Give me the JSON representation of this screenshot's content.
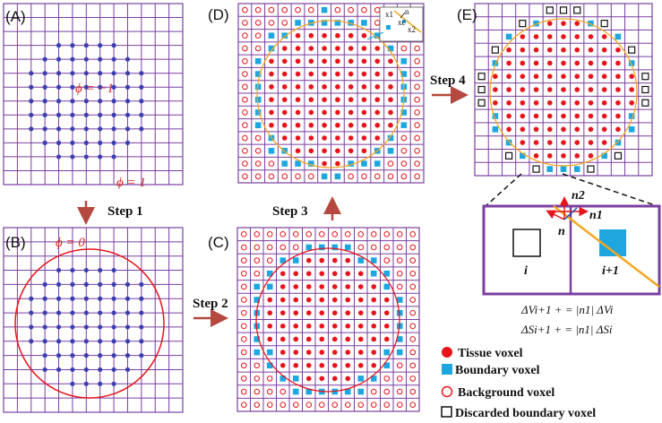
{
  "panels": {
    "A": {
      "label": "(A)",
      "phi_inside": "ϕ = −1",
      "phi_outside": "ϕ = 1"
    },
    "B": {
      "label": "(B)",
      "phi_zero": "ϕ = 0"
    },
    "C": {
      "label": "(C)"
    },
    "D": {
      "label": "(D)",
      "inset_labels": {
        "n": "n",
        "x1": "x1",
        "x2": "x2",
        "xc": "xc"
      }
    },
    "E": {
      "label": "(E)"
    }
  },
  "steps": {
    "step1": "Step 1",
    "step2": "Step 2",
    "step3": "Step 3",
    "step4": "Step 4"
  },
  "zoom": {
    "cell_i": "i",
    "cell_i1": "i+1",
    "n_label": "n",
    "n1_label": "n1",
    "n2_label": "n2"
  },
  "formulas": {
    "line1": "ΔVi+1 + = |n1| ΔVi",
    "line2": "ΔSi+1 + = |n1| ΔSi"
  },
  "legend": [
    {
      "icon": "red-dot-icon",
      "label": "Tissue voxel"
    },
    {
      "icon": "blue-square-icon",
      "label": "Boundary voxel"
    },
    {
      "icon": "red-ring-icon",
      "label": "Background voxel"
    },
    {
      "icon": "black-square-icon",
      "label": "Discarded boundary voxel"
    }
  ],
  "colors": {
    "grid": "#7b3fa0",
    "tissue": "#e8141b",
    "boundary": "#1ea7df",
    "background_ring": "#e8141b",
    "node": "#3b3fb0",
    "circle": "#e8141b",
    "level_circle": "#f5a623",
    "arrow": "#b5483f"
  }
}
